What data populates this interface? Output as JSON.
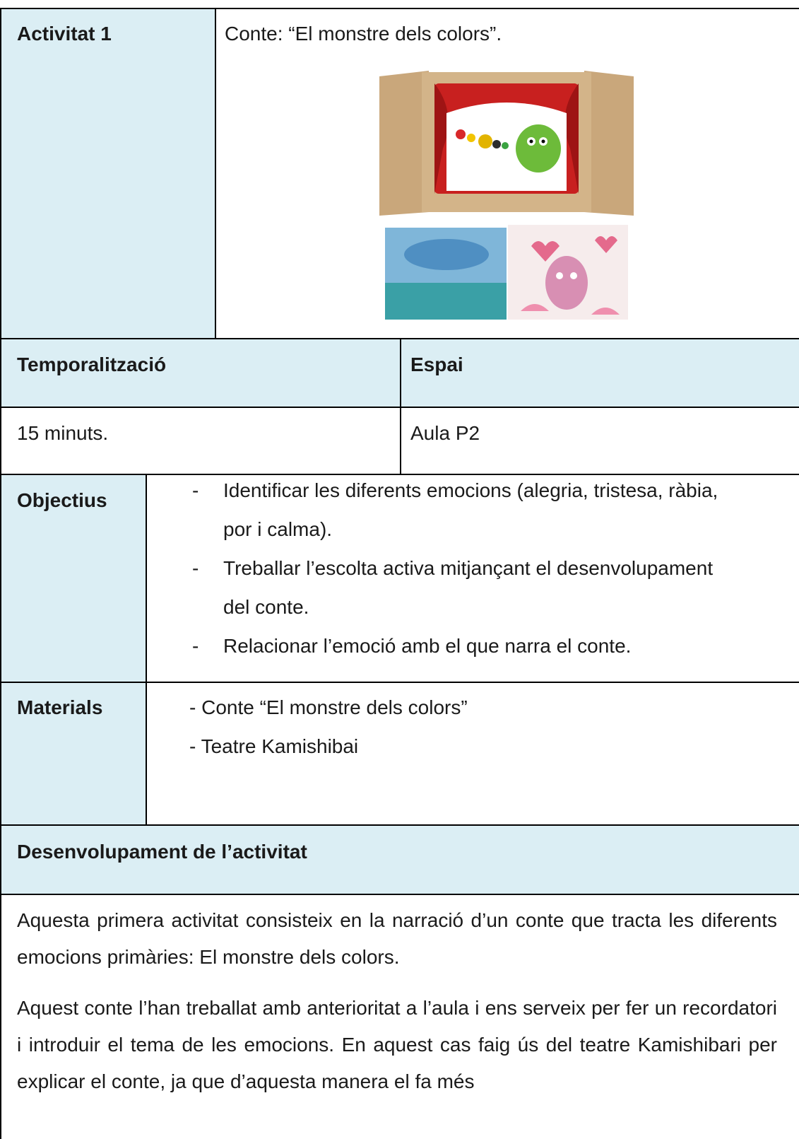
{
  "activity": {
    "label": "Activitat 1",
    "title": "Conte: “El monstre dels colors”."
  },
  "timing": {
    "label": "Temporalització",
    "value": "15 minuts."
  },
  "space": {
    "label": "Espai",
    "value": "Aula P2"
  },
  "objectives": {
    "label": "Objectius",
    "items": [
      "Identificar les diferents emocions (alegria, tristesa, ràbia, por i calma).",
      "Treballar l’escolta activa mitjançant el desenvolupament del conte.",
      "Relacionar l’emoció amb el que narra el conte."
    ],
    "lines": [
      "Identificar les diferents emocions (alegria, tristesa, ràbia,",
      "por i calma).",
      "Treballar l’escolta activa mitjançant el desenvolupament",
      "del conte.",
      "Relacionar l’emoció amb el que narra el conte."
    ]
  },
  "materials": {
    "label": "Materials",
    "items": [
      "-  Conte “El monstre dels colors”",
      "- Teatre Kamishibai"
    ]
  },
  "development": {
    "label": "Desenvolupament de l’activitat",
    "paragraphs": [
      "Aquesta primera activitat consisteix en la narració d’un conte que tracta les diferents emocions primàries: El monstre dels colors.",
      "Aquest conte l’han treballat amb anterioritat a l’aula i ens serveix per fer un recordatori i introduir el tema de les emocions. En aquest cas faig ús del teatre Kamishibari per explicar el conte, ja que d’aquesta manera el fa més"
    ]
  },
  "colors": {
    "header_bg": "#dbeef4",
    "border": "#000000"
  }
}
